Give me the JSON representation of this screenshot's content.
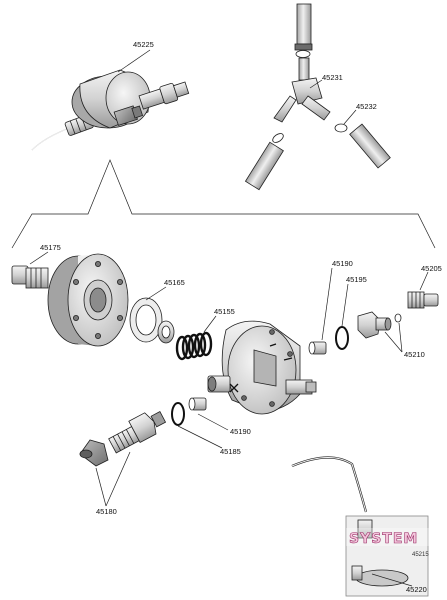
{
  "part_numbers": {
    "p45225": "45225",
    "p45231": "45231",
    "p45232": "45232",
    "p45175": "45175",
    "p45190_top": "45190",
    "p45205": "45205",
    "p45195": "45195",
    "p45165": "45165",
    "p45155": "45155",
    "p45210": "45210",
    "p45190_bottom": "45190",
    "p45185": "45185",
    "p45180": "45180",
    "p45220": "45220"
  },
  "watermark": {
    "text": "SYSTEM",
    "secondary_text": "45215"
  },
  "colors": {
    "metal_light": "#e6e6e6",
    "metal_mid": "#c4c4c4",
    "metal_dark": "#8e8e8e",
    "line": "#222222",
    "watermark_accent": "#9c2f68"
  }
}
